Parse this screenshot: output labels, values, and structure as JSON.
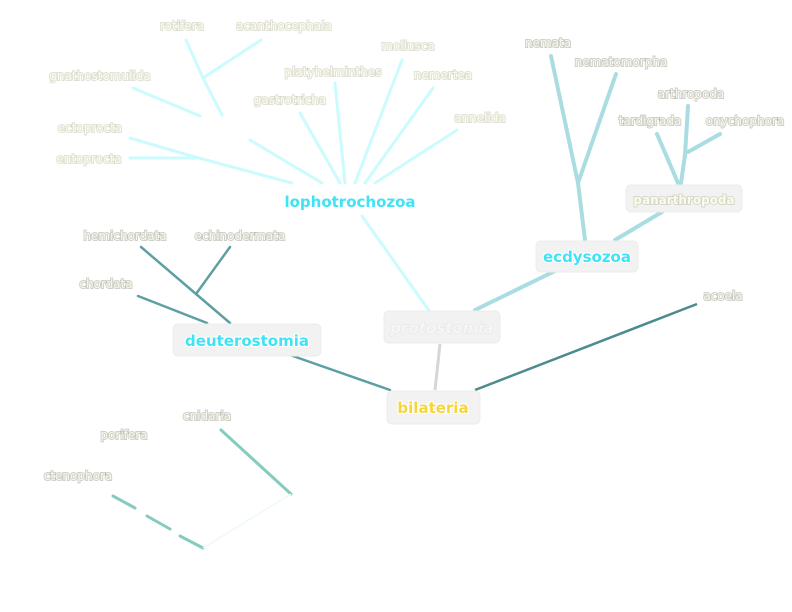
{
  "nodes": {
    "bilateria": "bilateria",
    "protostomia": "protostomia",
    "deuterostomia": "deuterostomia",
    "lophotrochozoa": "lophotrochozoa",
    "ecdysozoa": "ecdysozoa",
    "panarthropoda": "panarthropoda"
  },
  "leaves": {
    "rotifera": "rotifera",
    "acanthocephala": "acanthocephala",
    "gnathostomulida": "gnathostomulida",
    "ectoprocta": "ectoprocta",
    "entoprocta": "entoprocta",
    "gastrotricha": "gastrotricha",
    "platyhelminthes": "platyhelminthes",
    "mollusca": "mollusca",
    "nemertea": "nemertea",
    "annelida": "annelida",
    "nemata": "nemata",
    "nematomorpha": "nematomorpha",
    "arthropoda": "arthropoda",
    "tardigrada": "tardigrada",
    "onychophora": "onychophora",
    "acoela": "acoela",
    "hemichordata": "hemichordata",
    "echinodermata": "echinodermata",
    "chordata": "chordata",
    "cnidaria": "cnidaria",
    "porifera": "porifera",
    "ctenophora": "ctenophora"
  },
  "colors": {
    "lopho": "#ccfbfd",
    "ecdy": "#a9dde1",
    "deut": "#5e9fa2",
    "acoela": "#4d8b8c",
    "basal": "#86cbbf",
    "proto": "#d6d6d6",
    "bilateria_text": "#f5d53c",
    "clade_text": "#3fe3f5"
  }
}
